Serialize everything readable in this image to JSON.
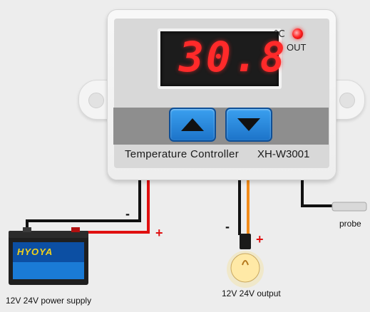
{
  "controller": {
    "display_value": "30.8",
    "unit": "°C",
    "indicator_label": "OUT",
    "product_name": "Temperature Controller",
    "model": "XH-W3001"
  },
  "battery": {
    "brand": "HYOYA",
    "caption": "12V 24V power supply",
    "negative_sign": "-",
    "positive_sign": "+"
  },
  "output": {
    "caption": "12V 24V  output",
    "negative_sign": "-",
    "positive_sign": "+"
  },
  "probe": {
    "caption": "probe"
  },
  "colors": {
    "display_digits": "#ff2a2a",
    "keys": "#1d74c9",
    "positive_wire": "#e01010",
    "negative_wire": "#111111",
    "output_wire": "#f28c1a"
  }
}
